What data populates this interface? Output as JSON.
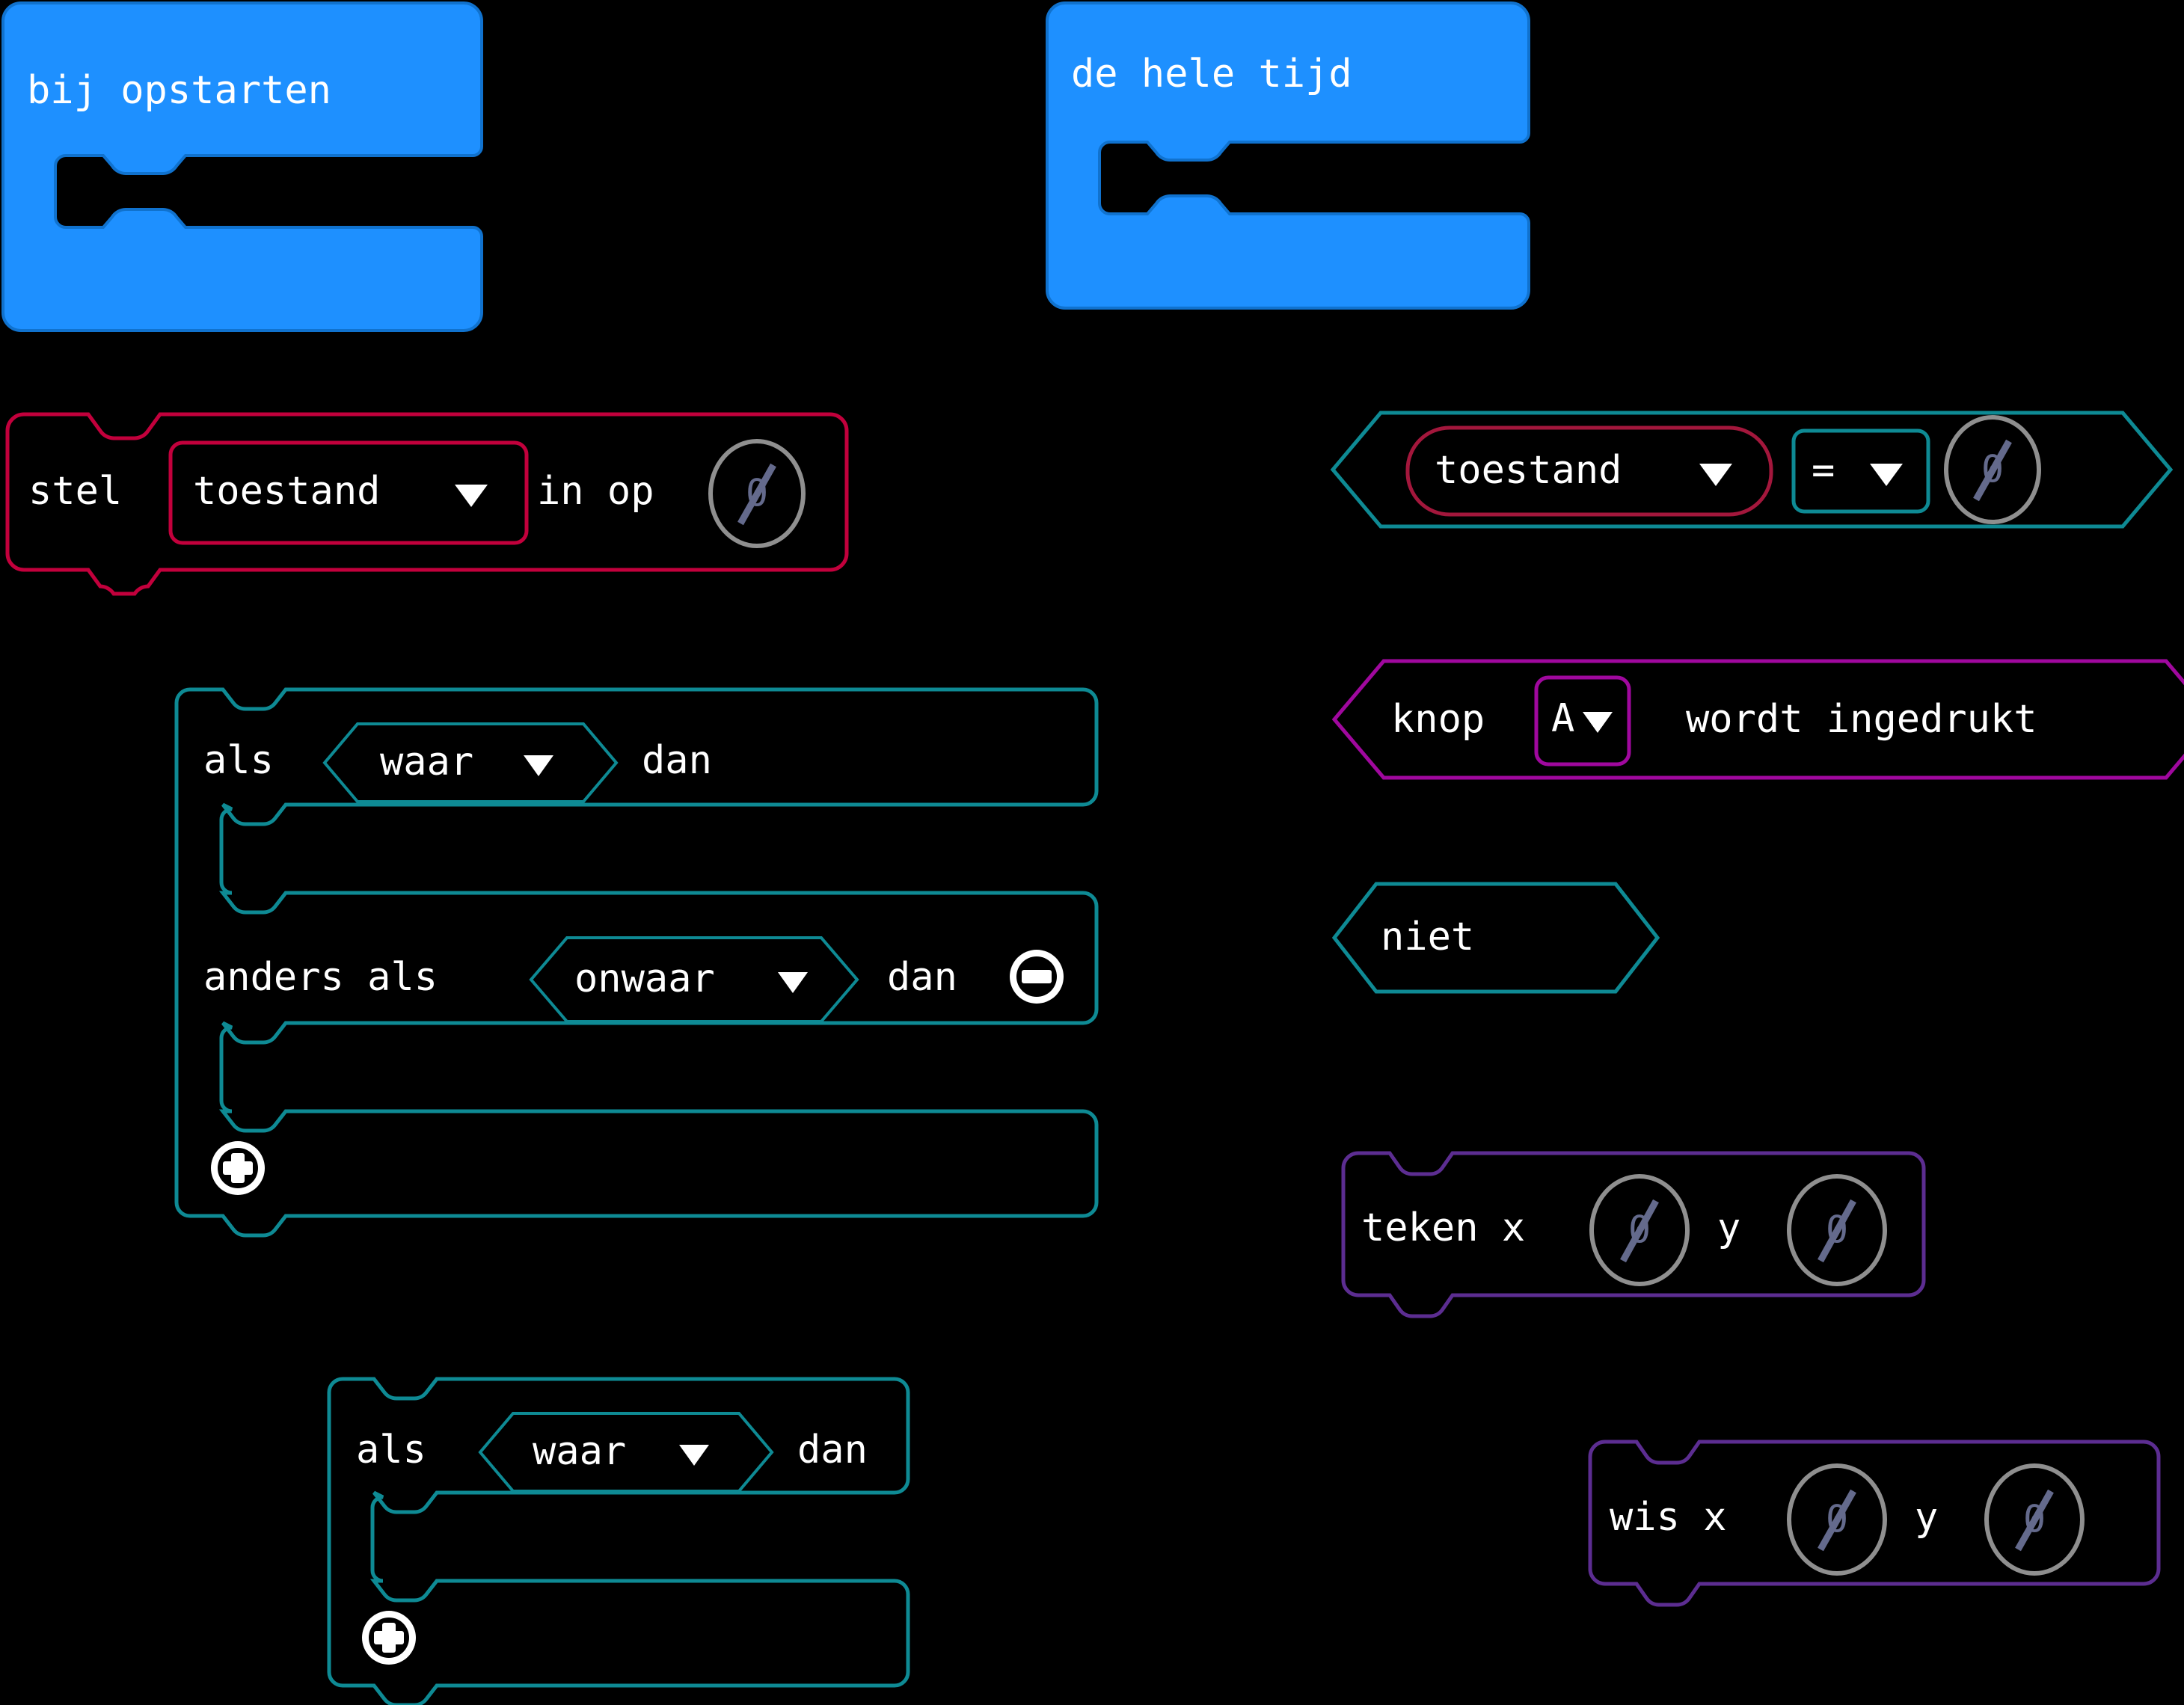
{
  "workspace": {
    "theme": "high-contrast-dark",
    "background_color": "#000000",
    "language": "nl"
  },
  "palette": {
    "event_blue": "#1E90FF",
    "event_blue_stroke": "#1072CE",
    "variable_red": "#C2003C",
    "logic_teal": "#0E8A94",
    "input_magenta": "#A0089E",
    "led_purple": "#5C2D91",
    "number_field_stroke": "#8F8F8F",
    "number_text": "#646a8c",
    "text_white": "#FFFFFF"
  },
  "blocks": [
    {
      "id": "on-start",
      "kind": "event-hat",
      "category": "basic",
      "color": "#1E90FF",
      "label": "bij opstarten",
      "filled": true
    },
    {
      "id": "forever",
      "kind": "event-hat",
      "category": "basic",
      "color": "#1E90FF",
      "label": "de hele tijd",
      "filled": true
    },
    {
      "id": "set-variable",
      "kind": "statement",
      "category": "variables",
      "color": "#C2003C",
      "label_prefix": "stel",
      "variable_field": "toestand",
      "variable_field_has_dropdown": true,
      "label_suffix": "in op",
      "value": "0"
    },
    {
      "id": "comparison",
      "kind": "boolean-reporter",
      "category": "logic",
      "color": "#0E8A94",
      "left_operand_field": "toestand",
      "left_operand_has_dropdown": true,
      "operator_field": "=",
      "operator_has_dropdown": true,
      "right_value": "0"
    },
    {
      "id": "if-elseif",
      "kind": "control",
      "category": "logic",
      "color": "#0E8A94",
      "rows": [
        {
          "label": "als",
          "condition": "waar",
          "condition_has_dropdown": true,
          "tail": "dan",
          "mutator": null
        },
        {
          "label": "anders als",
          "condition": "onwaar",
          "condition_has_dropdown": true,
          "tail": "dan",
          "mutator": "minus"
        }
      ],
      "add_mutator": "plus"
    },
    {
      "id": "on-button-pressed",
      "kind": "boolean-reporter",
      "category": "input",
      "color": "#A0089E",
      "label_prefix": "knop",
      "button_field": "A",
      "button_has_dropdown": true,
      "label_suffix": "wordt ingedrukt"
    },
    {
      "id": "logic-not",
      "kind": "boolean-reporter",
      "category": "logic",
      "color": "#0E8A94",
      "label": "niet"
    },
    {
      "id": "plot-xy",
      "kind": "statement",
      "category": "led",
      "color": "#5C2D91",
      "label_prefix": "teken x",
      "x_value": "0",
      "label_mid": "y",
      "y_value": "0"
    },
    {
      "id": "if-simple",
      "kind": "control",
      "category": "logic",
      "color": "#0E8A94",
      "rows": [
        {
          "label": "als",
          "condition": "waar",
          "condition_has_dropdown": true,
          "tail": "dan",
          "mutator": null
        }
      ],
      "add_mutator": "plus"
    },
    {
      "id": "unplot-xy",
      "kind": "statement",
      "category": "led",
      "color": "#5C2D91",
      "label_prefix": "wis x",
      "x_value": "0",
      "label_mid": "y",
      "y_value": "0"
    }
  ],
  "icons": {
    "dropdown_caret": "caret-down-icon",
    "mutator_plus": "plus-circle-icon",
    "mutator_minus": "minus-circle-icon"
  }
}
